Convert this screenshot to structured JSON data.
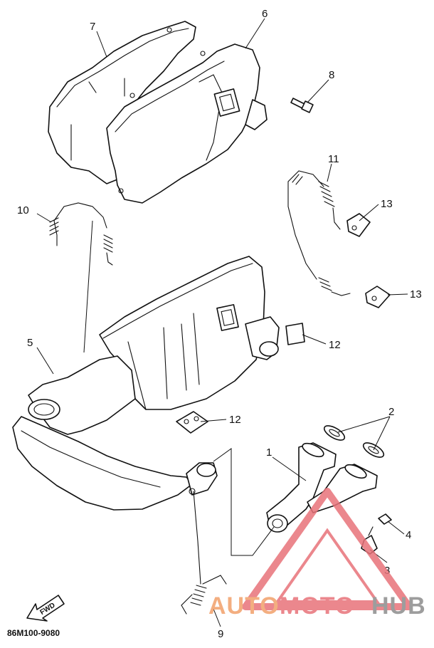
{
  "diagram_code": "86M100-9080",
  "fwd_label": "FWD",
  "callouts": [
    {
      "id": "7",
      "label": "7"
    },
    {
      "id": "6",
      "label": "6"
    },
    {
      "id": "8",
      "label": "8"
    },
    {
      "id": "11",
      "label": "11"
    },
    {
      "id": "10",
      "label": "10"
    },
    {
      "id": "13a",
      "label": "13"
    },
    {
      "id": "13b",
      "label": "13"
    },
    {
      "id": "5",
      "label": "5"
    },
    {
      "id": "12a",
      "label": "12"
    },
    {
      "id": "12b",
      "label": "12"
    },
    {
      "id": "2",
      "label": "2"
    },
    {
      "id": "1",
      "label": "1"
    },
    {
      "id": "4",
      "label": "4"
    },
    {
      "id": "3",
      "label": "3"
    },
    {
      "id": "9",
      "label": "9"
    }
  ],
  "watermark": {
    "part1": "AUTO",
    "part2": "MOTO",
    "part3": "HUB",
    "color_orange": "#f2a06a",
    "color_red": "#e8737a",
    "color_gray": "#8c8c8c"
  }
}
